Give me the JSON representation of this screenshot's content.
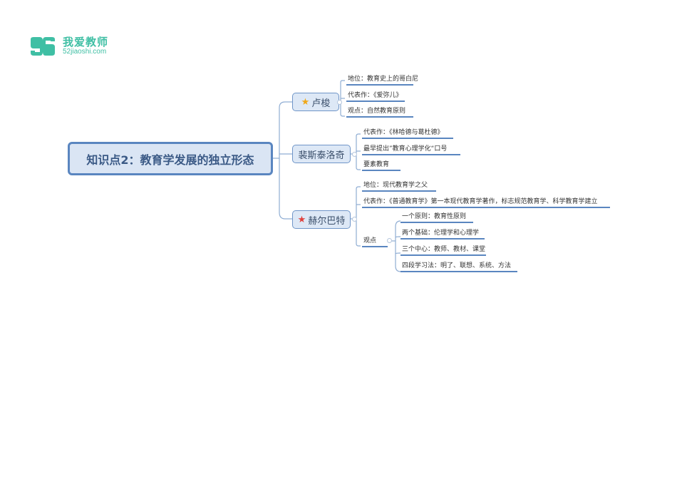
{
  "logo": {
    "name_cn": "我爱教师",
    "domain": "52jiaoshi.com",
    "mark": "52",
    "color": "#3fbfa4"
  },
  "mindmap": {
    "root": "知识点2：教育学发展的独立形态",
    "topics": [
      {
        "label": "卢梭",
        "icon": "star-icon",
        "icon_color": "#f0a818",
        "children": [
          "地位：教育史上的哥白尼",
          "代表作：《爱弥儿》",
          "观点：自然教育原则"
        ]
      },
      {
        "label": "裴斯泰洛奇",
        "children": [
          "代表作：《林哈德与葛杜德》",
          "最早提出”教育心理学化“口号",
          "要素教育"
        ]
      },
      {
        "label": "赫尔巴特",
        "icon": "star-icon",
        "icon_color": "#e0403c",
        "children": [
          "地位：现代教育学之父",
          "代表作：《普通教育学》第一本现代教育学著作，标志规范教育学、科学教育学建立"
        ],
        "viewpoint": {
          "label": "观点",
          "children": [
            "一个原则：教育性原则",
            "两个基础：伦理学和心理学",
            "三个中心：教师、教材、课堂",
            "四段学习法：明了、联想、系统、方法"
          ]
        }
      }
    ]
  },
  "colors": {
    "root_fill": "#dae5f4",
    "root_border": "#5a86c0",
    "topic_fill": "#dde8f6",
    "line": "#8fadd3",
    "underline": "#5a86c0"
  }
}
